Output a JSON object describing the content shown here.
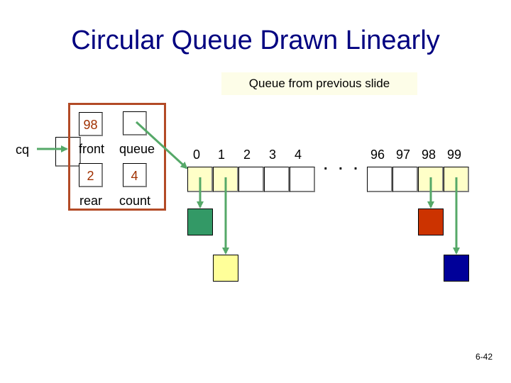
{
  "title": "Circular Queue Drawn Linearly",
  "note": "Queue from previous slide",
  "cq_label": "cq",
  "struct": {
    "front_value": "98",
    "front_label": "front",
    "queue_label": "queue",
    "rear_value": "2",
    "rear_label": "rear",
    "count_value": "4",
    "count_label": "count"
  },
  "indices_left": [
    "0",
    "1",
    "2",
    "3",
    "4"
  ],
  "indices_right": [
    "96",
    "97",
    "98",
    "99"
  ],
  "ellipsis": ". . .",
  "node_colors": {
    "green": "#339966",
    "yellow": "#ffff99",
    "red": "#cc3300",
    "blue": "#000099"
  },
  "arrow_color": "#55a868",
  "frame_color": "#b34a26",
  "page_number": "6-42"
}
